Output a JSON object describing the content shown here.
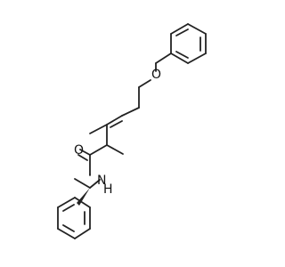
{
  "molecule": {
    "atoms": {
      "oxygen_ether": "O",
      "oxygen_carbonyl": "O",
      "nitrogen_amide": "N",
      "hydrogen_amide": "H"
    },
    "colors": {
      "bond": "#222222",
      "label": "#111111",
      "background": "#ffffff"
    }
  }
}
